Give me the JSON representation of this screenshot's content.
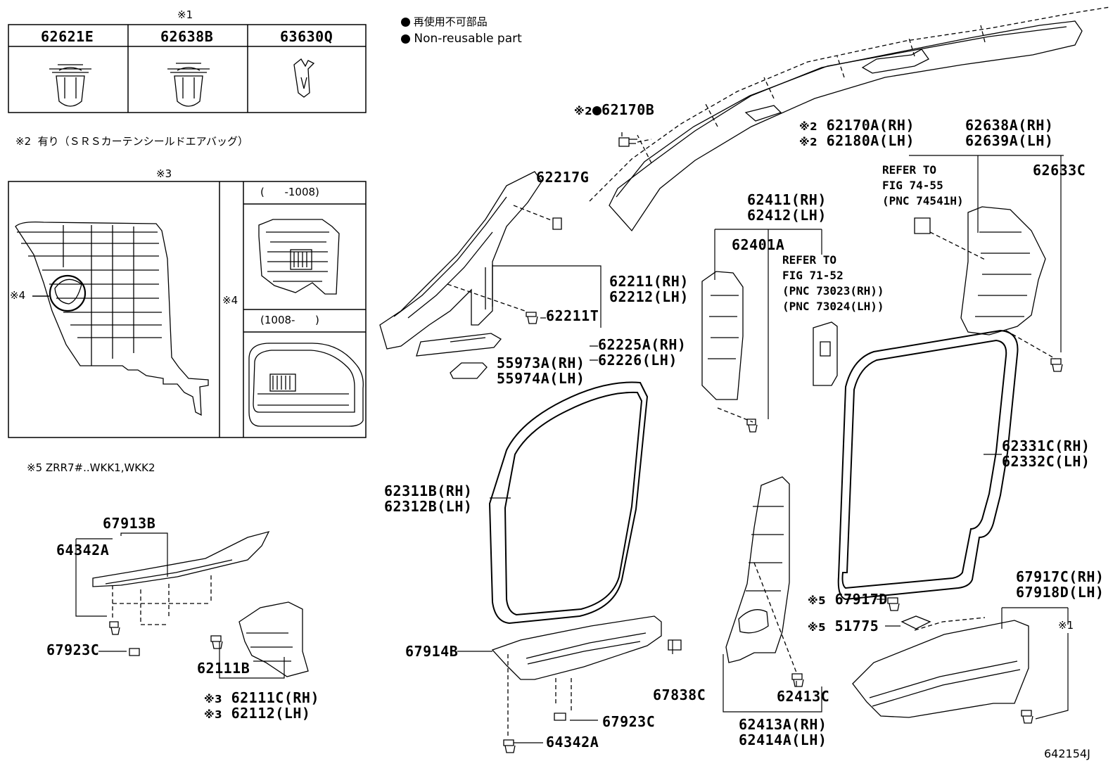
{
  "legend": {
    "jp": "再使用不可部品",
    "en": "Non-reusable part"
  },
  "note1_mark": "※1",
  "note1_table": [
    "62621E",
    "62638B",
    "63630Q"
  ],
  "note2": "※2  有り（ＳＲＳカーテンシールドエアバッグ）",
  "note3_mark": "※3",
  "note4_mark": "※4",
  "note4_ranges": [
    "(      -1008)",
    "(1008-      )"
  ],
  "note5": "※5 ZRR7#..WKK1,WKK2",
  "marks": {
    "m2": "※2",
    "m3": "※3",
    "m5": "※5",
    "m1": "※1"
  },
  "parts": {
    "p62170B": "62170B",
    "p62170A": "62170A(RH)",
    "p62180A": "62180A(LH)",
    "p62638A": "62638A(RH)",
    "p62639A": "62639A(LH)",
    "p62633C": "62633C",
    "p62217G": "62217G",
    "p62411": "62411(RH)",
    "p62412": "62412(LH)",
    "p62401A": "62401A",
    "p62211": "62211(RH)",
    "p62212": "62212(LH)",
    "p62211T": "62211T",
    "p62225A": "62225A(RH)",
    "p62226": "62226(LH)",
    "p55973A": "55973A(RH)",
    "p55974A": "55974A(LH)",
    "p62311B": "62311B(RH)",
    "p62312B": "62312B(LH)",
    "p62331C": "62331C(RH)",
    "p62332C": "62332C(LH)",
    "p67913B": "67913B",
    "p64342A": "64342A",
    "p67923C": "67923C",
    "p62111B": "62111B",
    "p62111C": "62111C(RH)",
    "p62112": "62112(LH)",
    "p67914B": "67914B",
    "p67838C": "67838C",
    "p67923C_2": "67923C",
    "p64342A_2": "64342A",
    "p62413C": "62413C",
    "p62413A": "62413A(RH)",
    "p62414A": "62414A(LH)",
    "p67917D": "67917D",
    "p51775": "51775",
    "p67917C": "67917C(RH)",
    "p67918D": "67918D(LH)"
  },
  "refs": {
    "r1": [
      "REFER TO",
      "FIG 74-55",
      "(PNC 74541H)"
    ],
    "r2": [
      "REFER TO",
      "FIG 71-52",
      "(PNC 73023(RH))",
      "(PNC 73024(LH))"
    ]
  },
  "figure_code": "642154J"
}
